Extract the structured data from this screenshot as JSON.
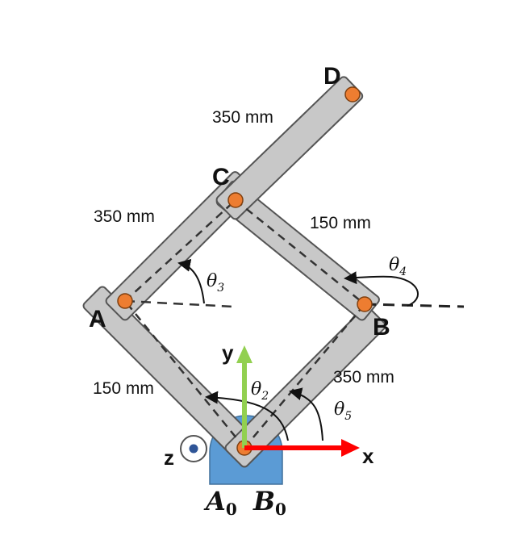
{
  "points": {
    "a": "A",
    "b": "B",
    "c": "C",
    "d": "D"
  },
  "lengths": {
    "cd": "350 mm",
    "ac": "350 mm",
    "cb": "150 mm",
    "a0a": "150 mm",
    "b0b": "350 mm"
  },
  "angles": {
    "theta": "θ",
    "t2": "2",
    "t3": "3",
    "t4": "4",
    "t5": "5"
  },
  "axes": {
    "x": "x",
    "y": "y",
    "z": "z"
  },
  "base": {
    "a0": "A",
    "a0_sub": "0",
    "b0": "B",
    "b0_sub": "0"
  },
  "colors": {
    "link_fill": "#c8c8c8",
    "link_stroke": "#555555",
    "joint": "#ed7d31",
    "base": "#5b9bd5",
    "x_axis": "#ff0000",
    "y_axis": "#92d050",
    "z_dot": "#2f5597"
  }
}
